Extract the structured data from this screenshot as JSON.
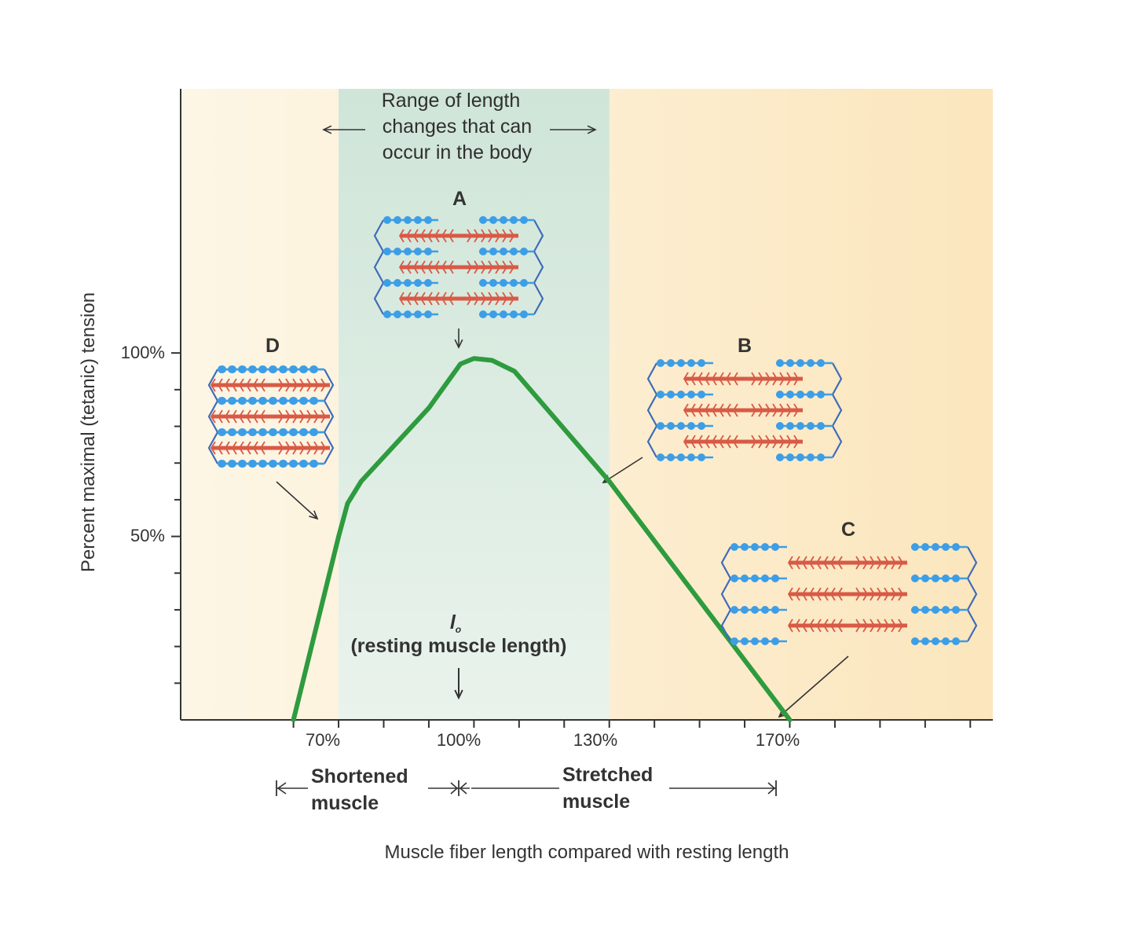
{
  "chart_data": {
    "type": "line",
    "xlabel": "Muscle fiber length compared with resting length",
    "ylabel": "Percent maximal (tetanic) tension",
    "x_tick_labels": [
      "70%",
      "100%",
      "130%",
      "170%"
    ],
    "y_tick_labels": [
      "100%",
      "50%"
    ],
    "xlim": [
      35,
      215
    ],
    "ylim": [
      0,
      172
    ],
    "grid": false,
    "series": [
      {
        "color": "#2e9b3e",
        "points": [
          [
            60,
            0
          ],
          [
            70,
            50
          ],
          [
            72,
            59
          ],
          [
            75,
            65
          ],
          [
            90,
            85
          ],
          [
            97,
            97
          ],
          [
            100,
            98.5
          ],
          [
            104,
            98
          ],
          [
            109,
            95
          ],
          [
            130,
            65
          ],
          [
            170,
            0
          ]
        ]
      }
    ],
    "shaded_region": {
      "x_range": [
        70,
        130
      ],
      "color": "#d3e8dc",
      "label_lines": [
        "Range of length",
        "changes that can",
        "occur in the body"
      ]
    },
    "annotations": {
      "resting_symbol": "l",
      "resting_subscript": "o",
      "resting_label": "(resting muscle length)",
      "shortened_lines": [
        "Shortened",
        "muscle"
      ],
      "stretched_lines": [
        "Stretched",
        "muscle"
      ]
    },
    "sarcomeres": [
      {
        "label": "A",
        "x": 100,
        "y": 100,
        "state": "optimal"
      },
      {
        "label": "B",
        "x": 130,
        "y": 65,
        "state": "stretched"
      },
      {
        "label": "C",
        "x": 170,
        "y": 0,
        "state": "overstretched"
      },
      {
        "label": "D",
        "x": 70,
        "y": 50,
        "state": "shortened"
      }
    ],
    "colors": {
      "curve": "#2e9b3e",
      "actin": "#3d9ee6",
      "myosin": "#d85a46",
      "z_line": "#3f6cb8",
      "background_left": "#fdf5e4",
      "background_right": "#fbe7bf"
    }
  }
}
